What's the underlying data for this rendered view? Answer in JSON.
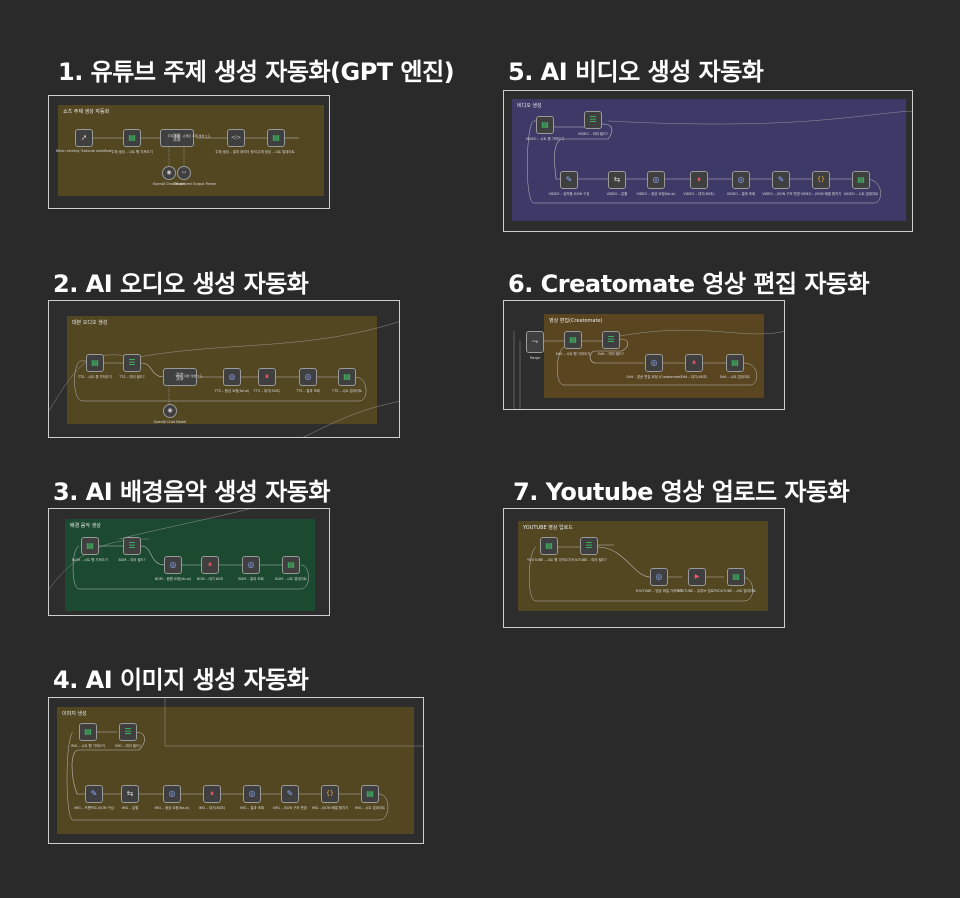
{
  "sections": [
    {
      "title": "1. 유튜브 주제 생성 자동화(GPT 엔진)",
      "sticky": "쇼츠 주제 생성 자동화",
      "nodes": [
        {
          "label": "When clicking 'Execute workflow'",
          "icon": "pointer-icon"
        },
        {
          "label": "주제 생성 – 시트 행 가져오기",
          "icon": "sheets-icon"
        },
        {
          "label": "주제 생성 – 쇼펙트 주제 생성 노드",
          "icon": "chain-icon"
        },
        {
          "label": "주제 생성 – 결과 데이터 정리",
          "icon": "code-icon"
        },
        {
          "label": "주제 생성 – 시트 업데이트",
          "icon": "sheets-icon"
        },
        {
          "label": "OpenAI Chat Model",
          "icon": "openai-icon"
        },
        {
          "label": "Structured Output Parser",
          "icon": "parser-icon"
        }
      ]
    },
    {
      "title": "2. AI 오디오 생성 자동화",
      "sticky": "대본 오디오 생성",
      "nodes": [
        {
          "label": "TTS – 시트 행 가져오기",
          "icon": "sheets-icon"
        },
        {
          "label": "TTS – 여러 필드?",
          "icon": "filter-icon"
        },
        {
          "label": "TTS – 대본 생성 노드",
          "icon": "chain-icon"
        },
        {
          "label": "TTS – 음성 요청(fal.ai)",
          "icon": "globe-icon"
        },
        {
          "label": "TTS – 대기(30초)",
          "icon": "pause-icon"
        },
        {
          "label": "TTS – 결과 조회",
          "icon": "globe-icon"
        },
        {
          "label": "TTS – 시트 업데이트",
          "icon": "sheets-icon"
        },
        {
          "label": "OpenAI Chat Model",
          "icon": "openai-icon"
        }
      ]
    },
    {
      "title": "3. AI 배경음악 생성 자동화",
      "sticky": "배경 음악 생성",
      "nodes": [
        {
          "label": "BGM – 시트 행 가져오기",
          "icon": "sheets-icon"
        },
        {
          "label": "BGM – 여러 필드?",
          "icon": "filter-icon"
        },
        {
          "label": "BGM – 음원 요청(fal.ai)",
          "icon": "globe-icon"
        },
        {
          "label": "BGM – 대기 60초",
          "icon": "pause-icon"
        },
        {
          "label": "BGM – 결과 조회",
          "icon": "globe-icon"
        },
        {
          "label": "BGM – 시트 업데이트",
          "icon": "sheets-icon"
        }
      ]
    },
    {
      "title": "4. AI 이미지 생성 자동화",
      "sticky": "이미지 생성",
      "nodes": [
        {
          "label": "IMG – 시트 행 가져오기",
          "icon": "sheets-icon"
        },
        {
          "label": "IMG – 여러 필드?",
          "icon": "filter-icon"
        },
        {
          "label": "IMG – 프롬프트 JSON 구성",
          "icon": "pen-icon"
        },
        {
          "label": "IMG – 분할",
          "icon": "split-icon"
        },
        {
          "label": "IMG – 생성 요청(fal.ai)",
          "icon": "globe-icon"
        },
        {
          "label": "IMG – 대기(60초)",
          "icon": "pause-icon"
        },
        {
          "label": "IMG – 결과 조회",
          "icon": "globe-icon"
        },
        {
          "label": "IMG – JSON 구조 변경",
          "icon": "pen-icon"
        },
        {
          "label": "IMG – JSON 배열 합치기",
          "icon": "braces-icon"
        },
        {
          "label": "IMG – 시트 업데이트",
          "icon": "sheets-icon"
        }
      ]
    },
    {
      "title": "5. AI 비디오 생성 자동화",
      "sticky": "비디오 생성",
      "nodes": [
        {
          "label": "VIDEO – 시트 행 가져오기",
          "icon": "sheets-icon"
        },
        {
          "label": "VIDEO – 여러 필드?",
          "icon": "filter-icon"
        },
        {
          "label": "VIDEO – 입력용 JSON 구성",
          "icon": "pen-icon"
        },
        {
          "label": "VIDEO – 분할",
          "icon": "split-icon"
        },
        {
          "label": "VIDEO – 생성 요청(fal.ai)",
          "icon": "globe-icon"
        },
        {
          "label": "VIDEO – 대기(60초)",
          "icon": "pause-icon"
        },
        {
          "label": "VIDEO – 결과 조회",
          "icon": "globe-icon"
        },
        {
          "label": "VIDEO – JSON 구조 변경",
          "icon": "pen-icon"
        },
        {
          "label": "VIDEO – JSON 배열 합치기",
          "icon": "braces-icon"
        },
        {
          "label": "VIDEO – 시트 업데이트",
          "icon": "sheets-icon"
        }
      ]
    },
    {
      "title": "6. Creatomate 영상 편집 자동화",
      "sticky": "영상 편집(Creatomate)",
      "nodes": [
        {
          "label": "Merge",
          "icon": "merge-icon"
        },
        {
          "label": "Edit – 시트 행 가져오기",
          "icon": "sheets-icon"
        },
        {
          "label": "Edit – 여러 필드?",
          "icon": "filter-icon"
        },
        {
          "label": "Edit – 영상 편집 요청 (Creatomate)",
          "icon": "globe-icon"
        },
        {
          "label": "Edit – 대기(60초)",
          "icon": "pause-icon"
        },
        {
          "label": "Edit – 시트 업데이트",
          "icon": "sheets-icon"
        }
      ]
    },
    {
      "title": "7. Youtube 영상 업로드 자동화",
      "sticky": "YOUTUBE 영상 업로드",
      "nodes": [
        {
          "label": "YOUTUBE – 시트 행 가져오기",
          "icon": "sheets-icon"
        },
        {
          "label": "YOUTUBE – 여러 필드?",
          "icon": "filter-icon"
        },
        {
          "label": "YOUTUBE – 영상 파일 가져오기",
          "icon": "globe-icon"
        },
        {
          "label": "YOUTUBE – 유튜브 업로드",
          "icon": "youtube-icon"
        },
        {
          "label": "YOUTUBE – 시트 업데이트",
          "icon": "sheets-icon"
        }
      ]
    }
  ],
  "icons": {
    "sheets-icon": "▤",
    "filter-icon": "☰",
    "chain-icon": "🔗",
    "globe-icon": "◎",
    "pause-icon": "⏸",
    "code-icon": "</>",
    "openai-icon": "◉",
    "parser-icon": "‹›",
    "pointer-icon": "➚",
    "pen-icon": "✎",
    "split-icon": "⇆",
    "braces-icon": "{}",
    "merge-icon": "⤳",
    "youtube-icon": "▶"
  },
  "colors": {
    "page": "#2a2a2a",
    "frame_border": "#cfcfcf",
    "sticky_yellow": "#534722",
    "sticky_purple": "#3e3a68",
    "sticky_green": "#1b4a30",
    "sticky_brown": "#5a4521",
    "sheets": "#3fcf6a",
    "pause": "#ff5a6a",
    "globe": "#8fa6ff"
  }
}
